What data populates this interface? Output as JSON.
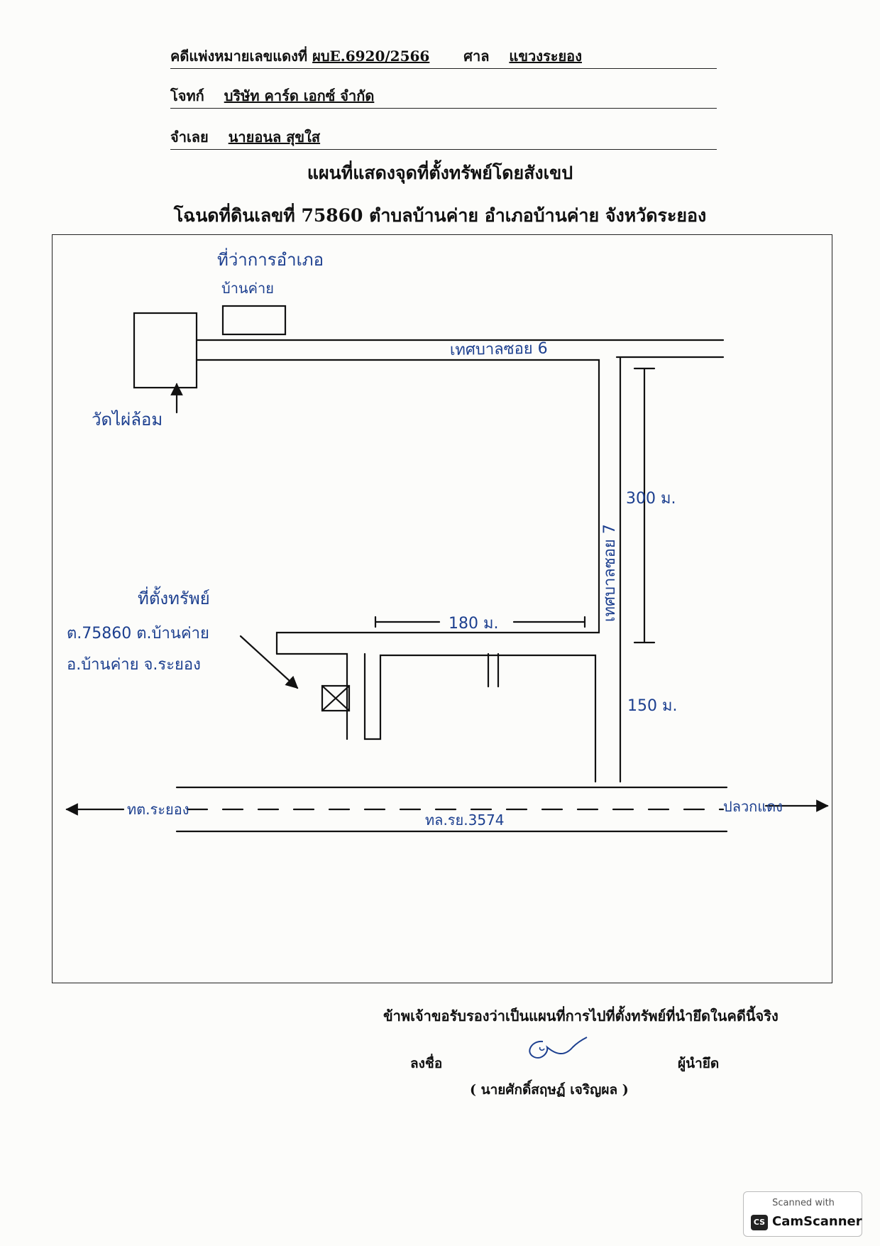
{
  "header": {
    "case_label": "คดีแพ่งหมายเลขแดงที่",
    "case_number": "ผบE.6920/2566",
    "court_label": "ศาล",
    "court_name": "แขวงระยอง",
    "plaintiff_label": "โจทก์",
    "plaintiff_name": "บริษัท คาร์ด เอกซ์ จำกัด",
    "defendant_label": "จำเลย",
    "defendant_name": "นายอนล สุขใส"
  },
  "title": "แผนที่แสดงจุดที่ตั้งทรัพย์โดยสังเขป",
  "subtitle": "โฉนดที่ดินเลขที่ 75860 ตำบลบ้านค่าย อำเภอบ้านค่าย จังหวัดระยอง",
  "map": {
    "office_label_1": "ที่ว่าการอำเภอ",
    "office_label_2": "บ้านค่าย",
    "temple_label": "วัดไผ่ล้อม",
    "soi6_label": "เทศบาลซอย 6",
    "soi7_label": "เทศบาลซอย 7",
    "dist_300": "300 ม.",
    "dist_180": "180 ม.",
    "dist_150": "150 ม.",
    "property_label": "ที่ตั้งทรัพย์",
    "property_line_1": "ต.75860 ต.บ้านค่าย",
    "property_line_2": "อ.บ้านค่าย จ.ระยอง",
    "left_direction": "ทต.ระยอง",
    "right_direction": "ปลวกแดง",
    "highway_label": "ทล.รย.3574"
  },
  "certification": "ข้าพเจ้าขอรับรองว่าเป็นแผนที่การไปที่ตั้งทรัพย์ที่นำยึดในคดีนี้จริง",
  "signature": {
    "label": "ลงชื่อ",
    "role": "ผู้นำยึด",
    "name": "( นายศักดิ์สฤษฏ์ เจริญผล )"
  },
  "watermark": {
    "line1": "Scanned with",
    "logo": "CS",
    "brand": "CamScanner"
  },
  "colors": {
    "ink": "#111111",
    "handwriting": "#1c3f8f"
  }
}
